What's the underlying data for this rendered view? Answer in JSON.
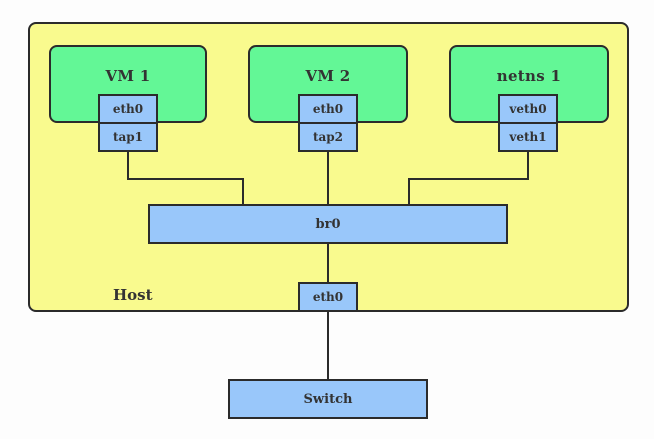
{
  "diagram": {
    "host": {
      "label": "Host"
    },
    "vms": [
      {
        "id": "vm1",
        "label": "VM 1",
        "interfaces": [
          {
            "label": "eth0"
          },
          {
            "label": "tap1"
          }
        ]
      },
      {
        "id": "vm2",
        "label": "VM 2",
        "interfaces": [
          {
            "label": "eth0"
          },
          {
            "label": "tap2"
          }
        ]
      },
      {
        "id": "netns1",
        "label": "netns 1",
        "interfaces": [
          {
            "label": "veth0"
          },
          {
            "label": "veth1"
          }
        ]
      }
    ],
    "bridge": {
      "label": "br0"
    },
    "host_interface": {
      "label": "eth0"
    },
    "switch": {
      "label": "Switch"
    },
    "colors": {
      "host_fill": "#f9fa8e",
      "guest_fill": "#63f796",
      "interface_fill": "#99c7fa",
      "stroke": "#2b2b2b",
      "text": "#333333",
      "canvas": "#fdfdfd"
    }
  }
}
